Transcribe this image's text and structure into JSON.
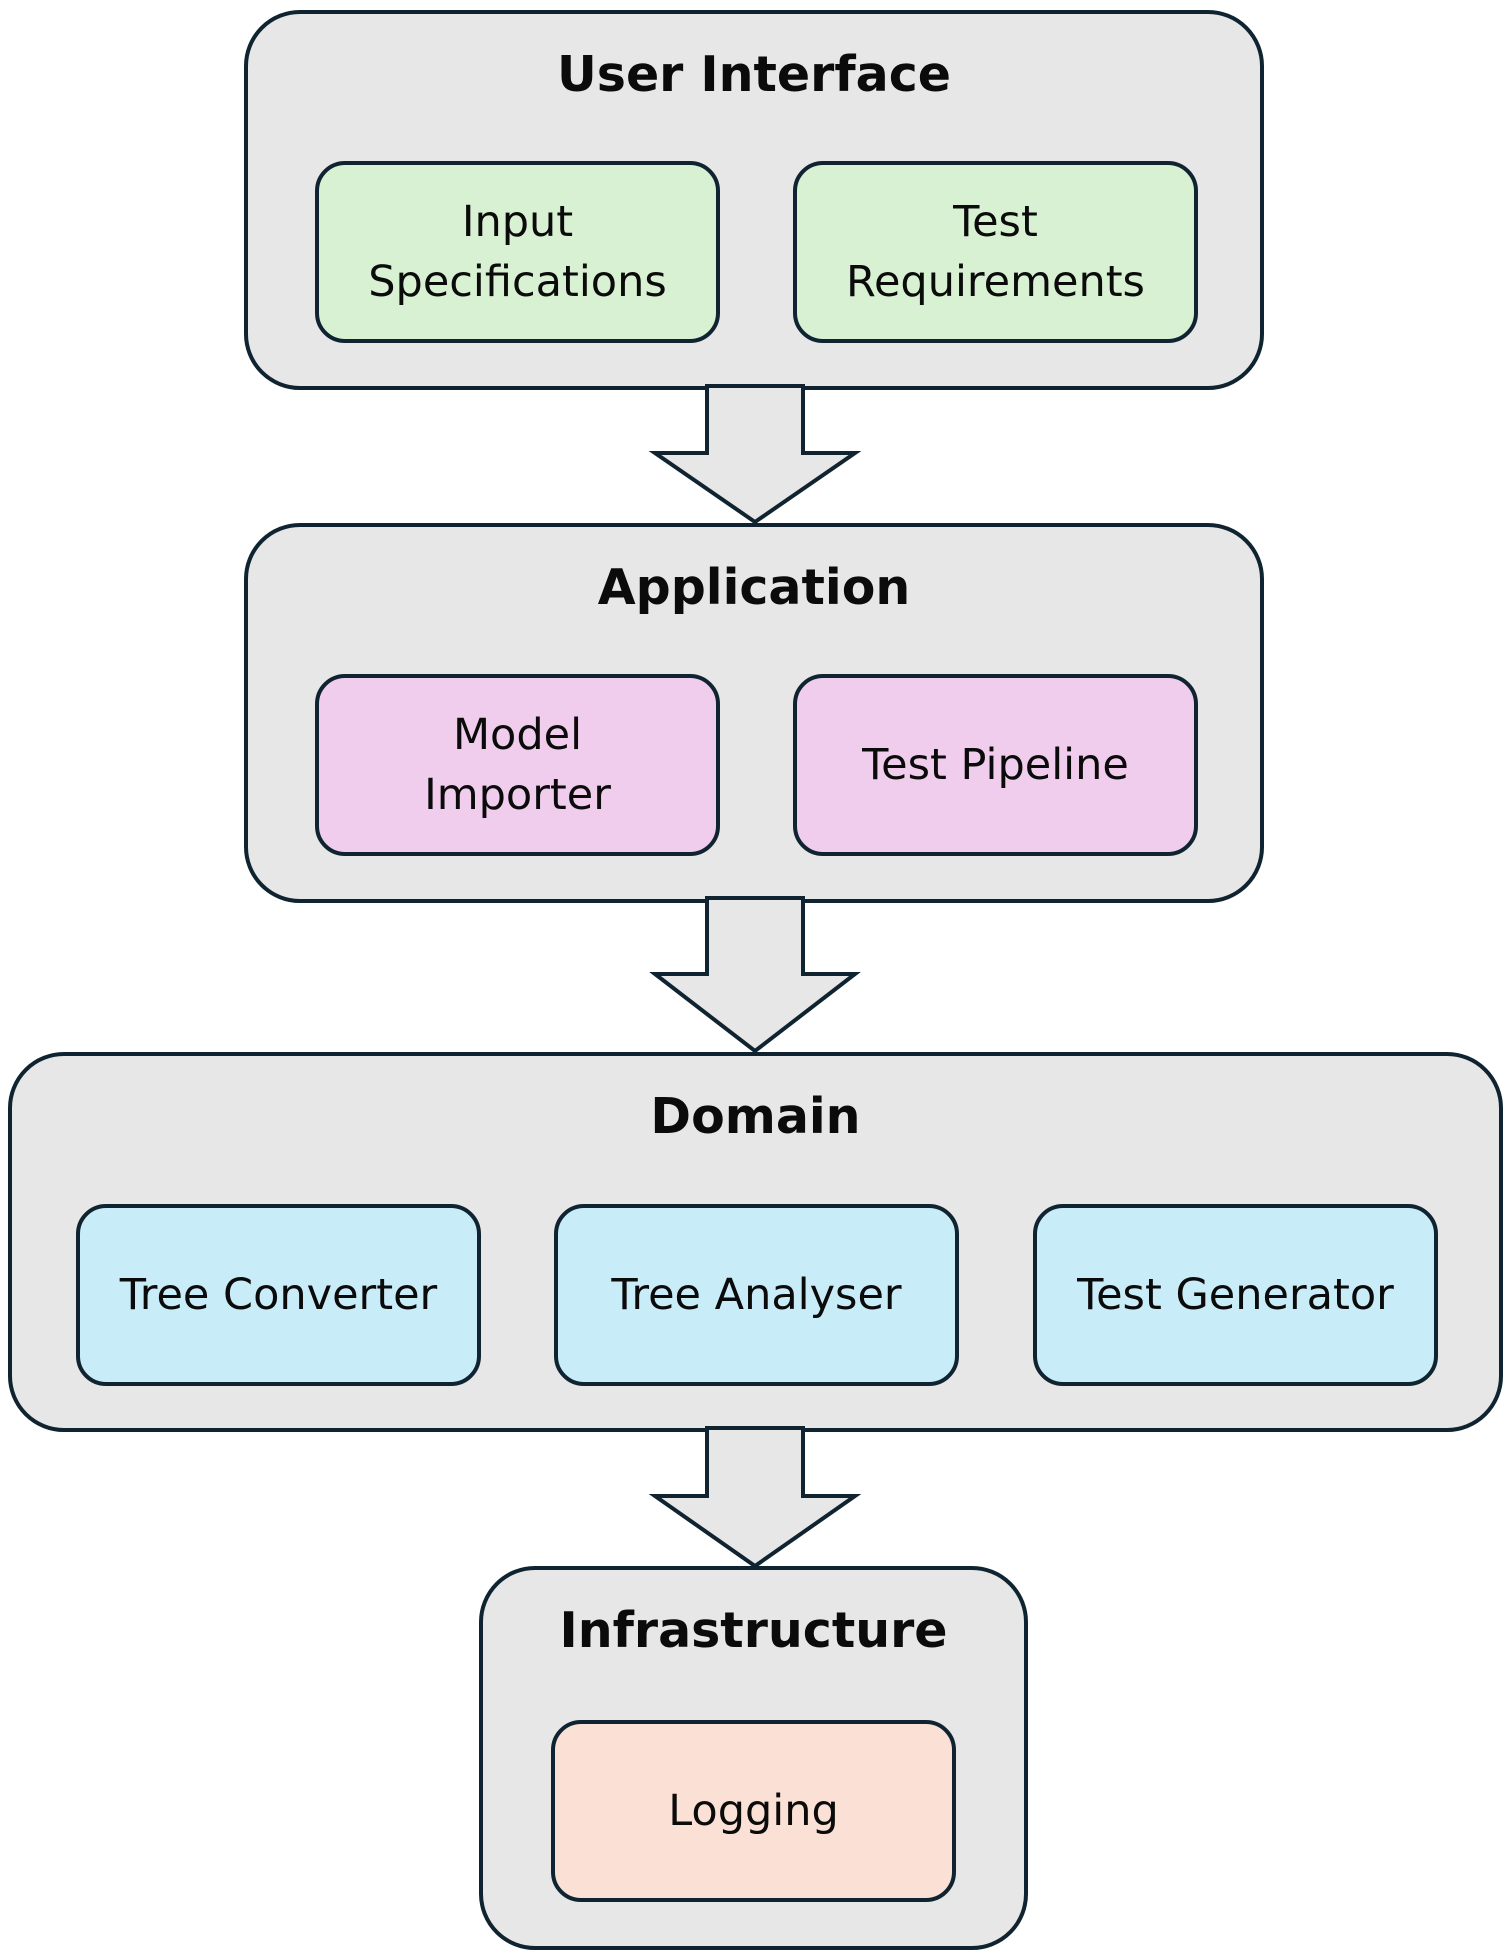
{
  "colors": {
    "layer_fill": "#e7e7e7",
    "stroke": "#0f2430",
    "ui_component_fill": "#d8f1d3",
    "application_component_fill": "#f0cdec",
    "domain_component_fill": "#c9ecf9",
    "infrastructure_component_fill": "#fbe1d5"
  },
  "layers": {
    "user_interface": {
      "title": "User Interface",
      "components": [
        "Input\nSpecifications",
        "Test\nRequirements"
      ]
    },
    "application": {
      "title": "Application",
      "components": [
        "Model\nImporter",
        "Test Pipeline"
      ]
    },
    "domain": {
      "title": "Domain",
      "components": [
        "Tree Converter",
        "Tree Analyser",
        "Test Generator"
      ]
    },
    "infrastructure": {
      "title": "Infrastructure",
      "components": [
        "Logging"
      ]
    }
  }
}
